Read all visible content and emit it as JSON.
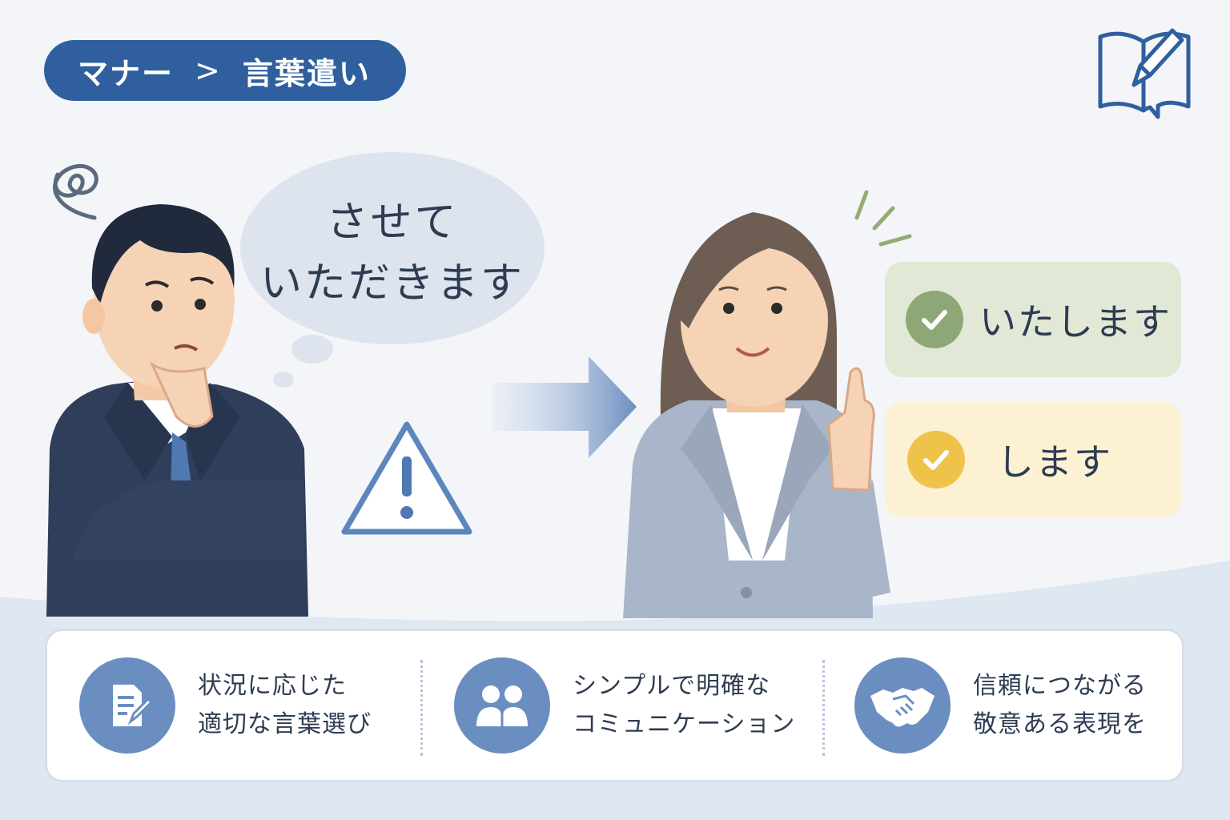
{
  "breadcrumb": {
    "section": "マナー",
    "separator": ">",
    "page": "言葉遣い"
  },
  "speech_bubble": {
    "line1": "させて",
    "line2": "いただきます"
  },
  "options": [
    {
      "label": "いたします",
      "status": "recommended",
      "color": "#8ea776"
    },
    {
      "label": "します",
      "status": "acceptable",
      "color": "#efc34a"
    }
  ],
  "tips": [
    {
      "icon": "document-pen-icon",
      "line1": "状況に応じた",
      "line2": "適切な言葉選び"
    },
    {
      "icon": "two-people-icon",
      "line1": "シンプルで明確な",
      "line2": "コミュニケーション"
    },
    {
      "icon": "handshake-icon",
      "line1": "信頼につながる",
      "line2": "敬意ある表現を"
    }
  ],
  "colors": {
    "primary": "#2f5f9e",
    "accent": "#6b8ec0",
    "background": "#f3f5f8",
    "text": "#2e3c52"
  }
}
